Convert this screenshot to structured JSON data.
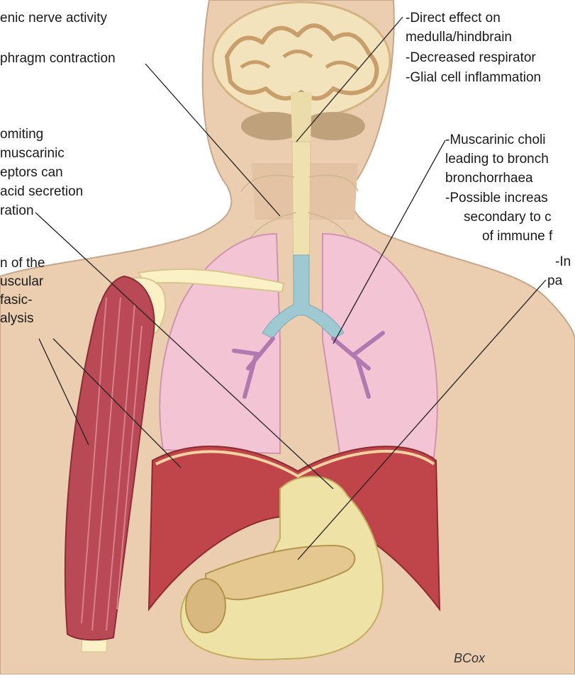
{
  "labels": {
    "phrenic": "enic nerve activity",
    "diaphragm": "phragm contraction",
    "vomit": [
      "omiting",
      "muscarinic",
      "eptors can",
      " acid secretion",
      "ration"
    ],
    "muscle": [
      "n of the",
      "uscular",
      " fasic-",
      "alysis"
    ],
    "brain": [
      "-Direct effect on",
      "medulla/hindbrain",
      "-Decreased respirator",
      "-Glial cell inflammation"
    ],
    "lung": [
      "-Muscarinic choli",
      "leading to bronch",
      "bronchorrhaea",
      "-Possible increas",
      "secondary to c",
      "of immune f"
    ],
    "pancreas": [
      "-In",
      "pa"
    ]
  },
  "signature": "BCox",
  "colors": {
    "skin": "#ebcdb0",
    "skin_outline": "#c9a58a",
    "brain": "#f3e3bd",
    "brain_outline": "#d4b483",
    "lung": "#f3c4d8",
    "lung_outline": "#cf8fb0",
    "diaphragm": "#c0454a",
    "muscle": "#b94a55",
    "stomach": "#efe2a6",
    "pancreas": "#e4c890",
    "trachea": "#9ec9d3",
    "bone": "#fbf1c6"
  }
}
